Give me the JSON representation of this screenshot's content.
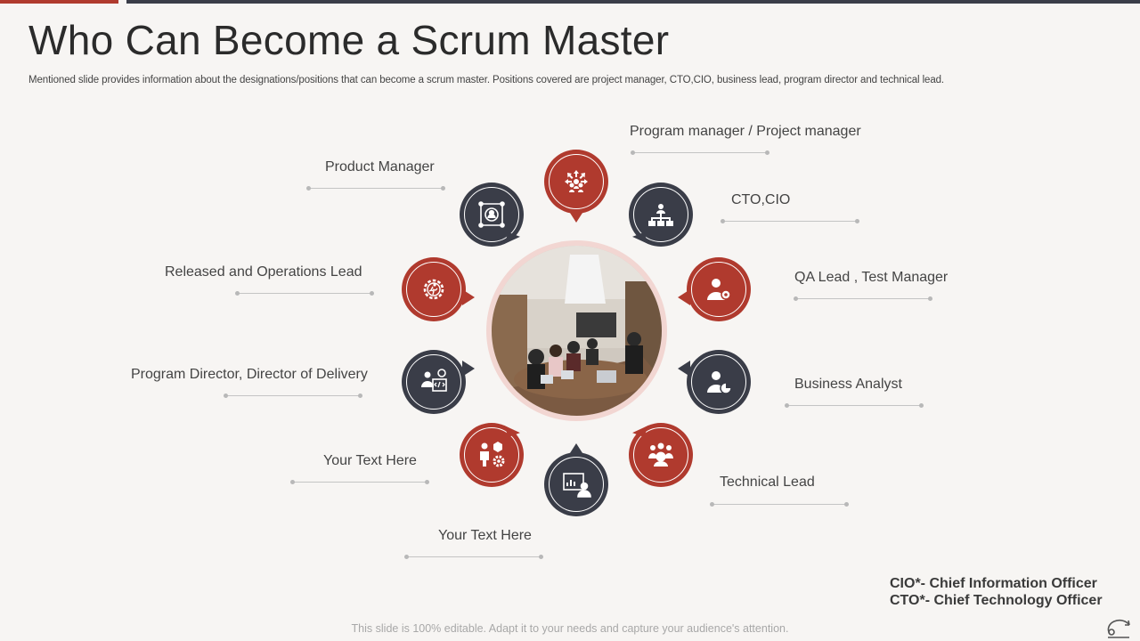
{
  "slide": {
    "title": "Who Can Become a Scrum Master",
    "subtitle": "Mentioned slide provides information about the designations/positions that can become a scrum master. Positions covered are project manager, CTO,CIO, business lead, program director and technical lead.",
    "footer": "This slide is 100% editable. Adapt it to your needs and capture your audience's attention."
  },
  "roles": {
    "program_manager": "Program manager / Project manager",
    "product_manager": "Product Manager",
    "cto_cio": "CTO,CIO",
    "released_ops": "Released and Operations Lead",
    "qa_lead": "QA Lead , Test Manager",
    "program_director": "Program Director, Director of Delivery",
    "business_analyst": "Business Analyst",
    "your_text_1": "Your Text Here",
    "technical_lead": "Technical Lead",
    "your_text_2": "Your Text Here"
  },
  "legend": {
    "cio": "CIO*- Chief Information Officer",
    "cto": "CTO*- Chief Technology Officer"
  },
  "icons": {
    "program_manager": "network-people-icon",
    "product_manager": "product-team-icon",
    "cto_cio": "org-hierarchy-icon",
    "released_ops": "gear-runner-icon",
    "qa_lead": "user-gear-icon",
    "program_director": "developer-code-icon",
    "business_analyst": "user-chart-icon",
    "your_text_1": "people-settings-icon",
    "technical_lead": "group-leader-icon",
    "your_text_2": "presenter-chart-icon"
  },
  "colors": {
    "accent_red": "#b03a2e",
    "accent_dark": "#3a3d48",
    "background": "#f7f5f3",
    "center_ring": "#f2d6d2"
  }
}
